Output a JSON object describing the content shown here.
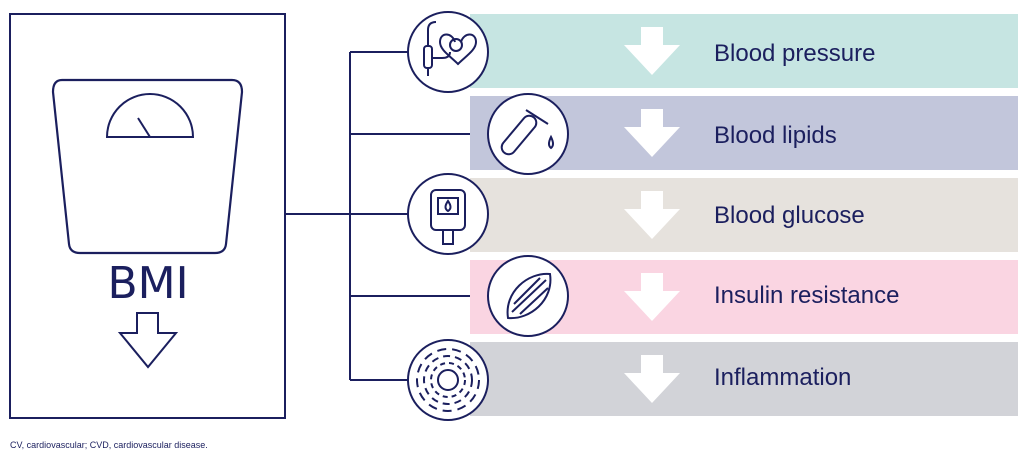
{
  "bmi_panel": {
    "label": "BMI",
    "icons": [
      "scale-icon",
      "down-arrow-icon"
    ]
  },
  "rows": [
    {
      "label": "Blood pressure",
      "icon": "blood-pressure-heart-icon",
      "color": "#c6e5e2"
    },
    {
      "label": "Blood lipids",
      "icon": "test-tube-drop-icon",
      "color": "#c2c6db"
    },
    {
      "label": "Blood glucose",
      "icon": "glucose-meter-icon",
      "color": "#e6e2dd"
    },
    {
      "label": "Insulin resistance",
      "icon": "muscle-icon",
      "color": "#fad5e2"
    },
    {
      "label": "Inflammation",
      "icon": "inflammation-rings-icon",
      "color": "#d2d3d8"
    }
  ],
  "footnote": "CV, cardiovascular; CVD, cardiovascular disease.",
  "colors": {
    "line": "#1b1f5e",
    "arrow": "#ffffff"
  }
}
